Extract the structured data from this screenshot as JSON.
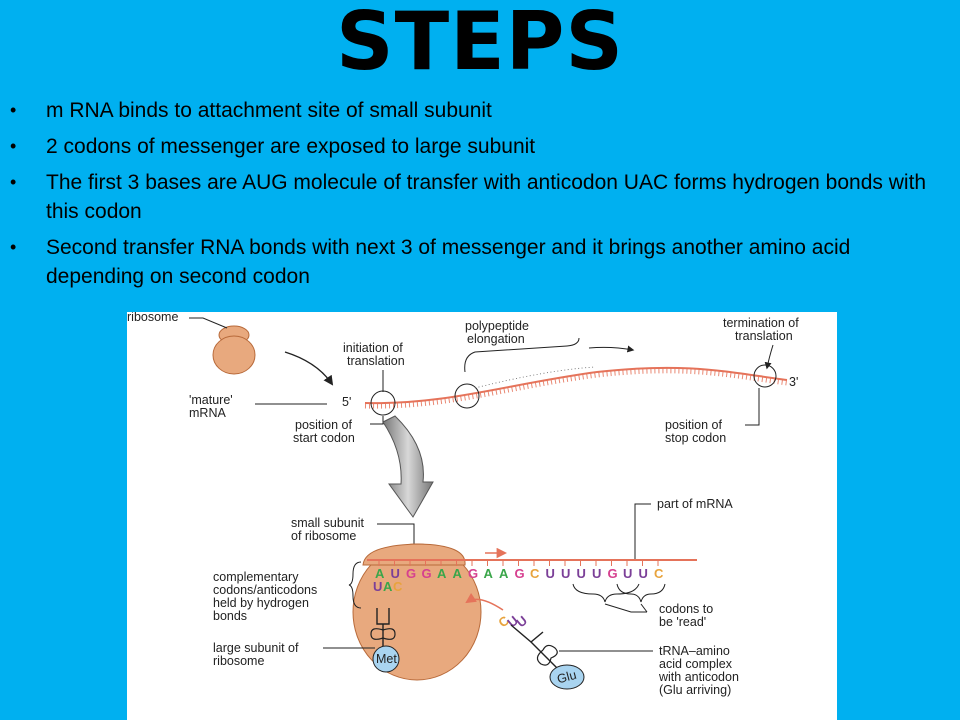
{
  "slide": {
    "title": "STEPS",
    "bullets": [
      "m RNA binds to attachment site of small subunit",
      "2 codons of messenger are exposed to large subunit",
      "The first 3 bases are AUG molecule of transfer with anticodon UAC forms hydrogen bonds with this codon",
      "Second transfer RNA bonds with next 3 of messenger and it brings another amino acid depending on second codon"
    ]
  },
  "diagram": {
    "labels": {
      "ribosome": "ribosome",
      "initiation_1": "initiation of",
      "initiation_2": "translation",
      "polypeptide_1": "polypeptide",
      "polypeptide_2": "elongation",
      "termination_1": "termination of",
      "termination_2": "translation",
      "mature_1": "'mature'",
      "mature_2": "mRNA",
      "five_prime": "5'",
      "three_prime": "3'",
      "start_1": "position of",
      "start_2": "start codon",
      "stop_1": "position of",
      "stop_2": "stop codon",
      "part_mrna": "part of mRNA",
      "small_1": "small subunit",
      "small_2": "of ribosome",
      "comp_1": "complementary",
      "comp_2": "codons/anticodons",
      "comp_3": "held by hydrogen",
      "comp_4": "bonds",
      "codons_1": "codons to",
      "codons_2": "be 'read'",
      "large_1": "large subunit of",
      "large_2": "ribosome",
      "trna_1": "tRNA–amino",
      "trna_2": "acid complex",
      "trna_3": "with anticodon",
      "trna_4": "(Glu arriving)",
      "met": "Met",
      "glu": "Glu"
    },
    "mrna_bases": [
      "A",
      "U",
      "G",
      "G",
      "A",
      "A",
      "G",
      "A",
      "A",
      "G",
      "C",
      "U",
      "U",
      "U",
      "U",
      "G",
      "U",
      "U",
      "C"
    ],
    "anticodon_1": [
      "U",
      "A",
      "C"
    ],
    "anticodon_2": [
      "C",
      "U",
      "U"
    ],
    "base_colors": {
      "A": "#3aa64a",
      "U": "#7b3f98",
      "G": "#d6408f",
      "C": "#e8a33d"
    },
    "colors": {
      "background": "#00b0f0",
      "ribosome_fill": "#e8a97e",
      "ribosome_stroke": "#b86a3a",
      "mrna": "#e5735a",
      "amino_acid": "#a9d4f0"
    }
  }
}
